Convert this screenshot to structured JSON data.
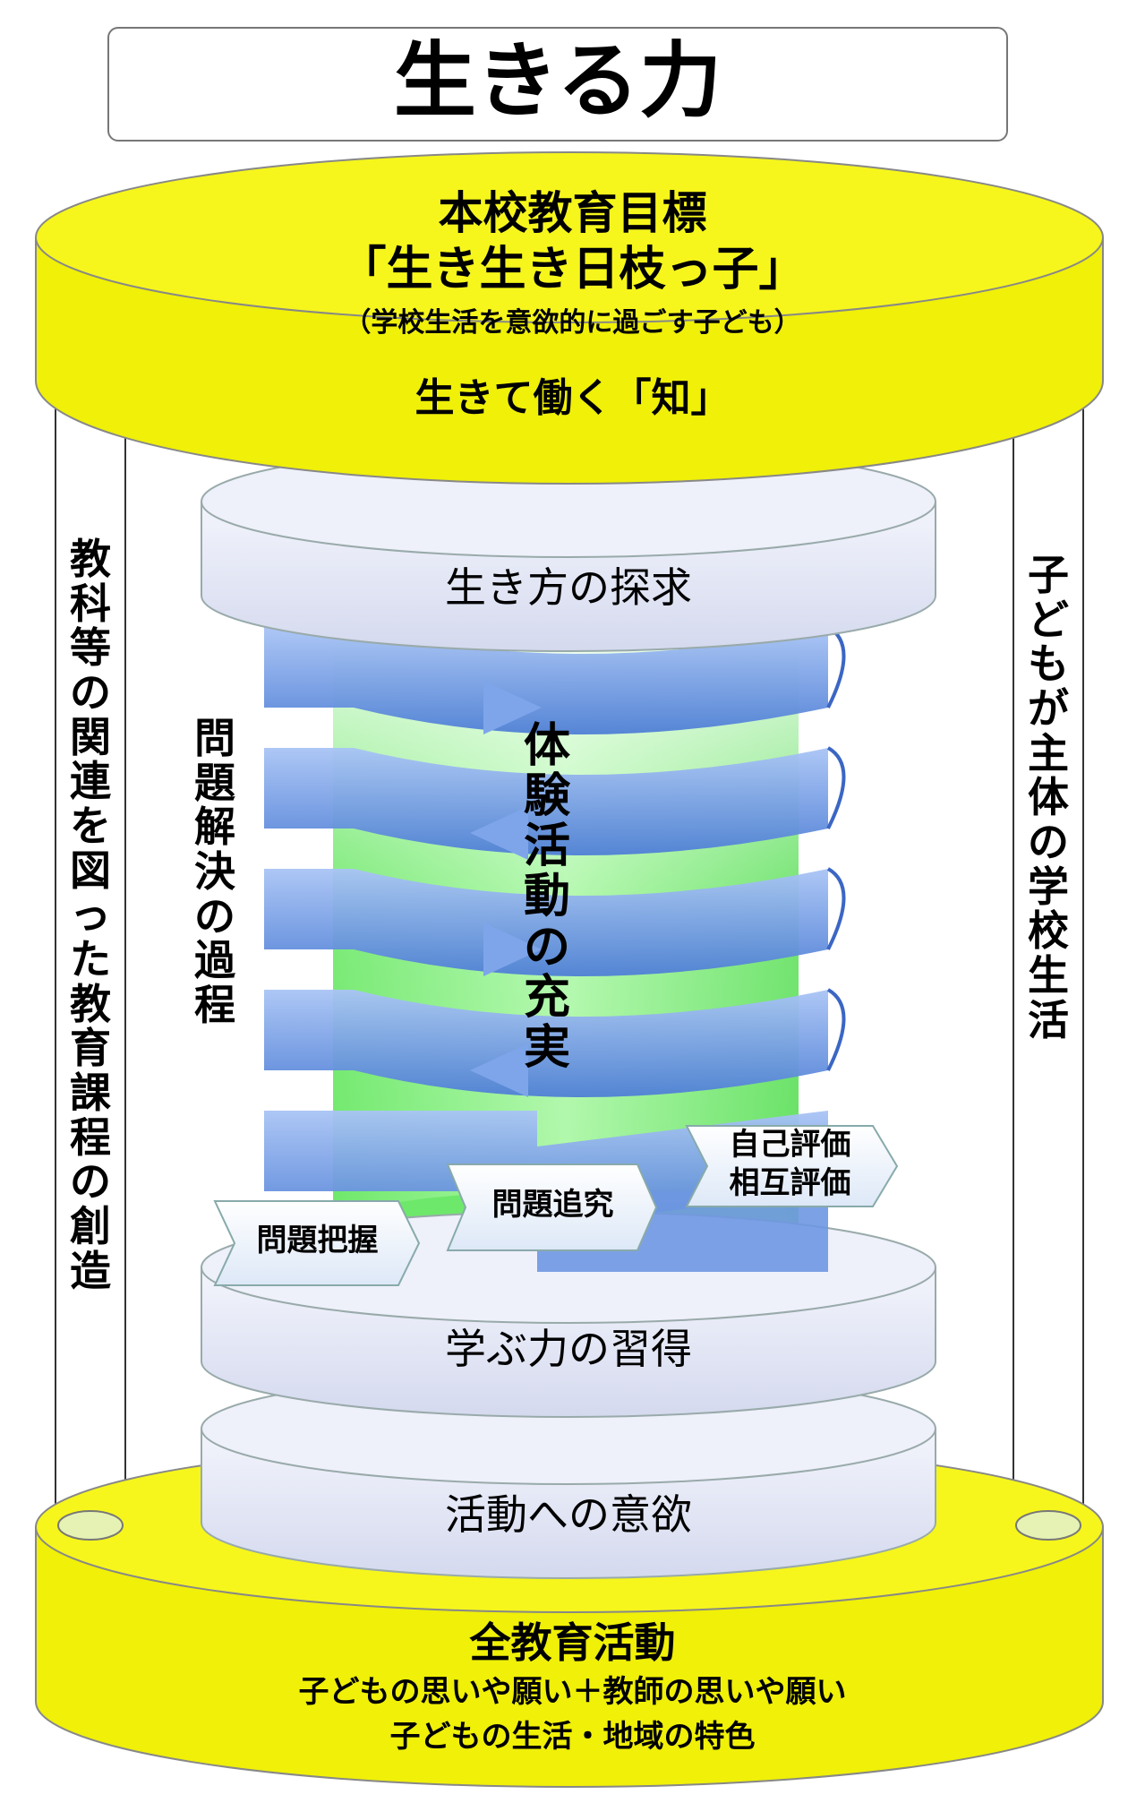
{
  "title": "生きる力",
  "top_disc": {
    "goal_heading": "本校教育目標",
    "goal_name": "「生き生き日枝っ子」",
    "goal_note": "（学校生活を意欲的に過ごす子ども）",
    "knowledge": "生きて働く「知」"
  },
  "layers": {
    "top": "生き方の探求",
    "middle": "学ぶ力の習得",
    "bottom": "活動への意欲"
  },
  "left_pillar": "教科等の関連を図った教育課程の創造",
  "right_pillar": "子どもが主体の学校生活",
  "process_label": "問題解決の過程",
  "experience_label": "体験活動の充実",
  "steps": [
    "問題把握",
    "問題追究",
    "自己評価",
    "相互評価"
  ],
  "base_disc": {
    "heading": "全教育活動",
    "line1": "子どもの思いや願い＋教師の思いや願い",
    "line2": "子どもの生活・地域の特色"
  },
  "colors": {
    "yellow": "#f4f40a",
    "spiral_blue": "#6f97e2",
    "green_core": "#7cf07a",
    "disc_face": "#e9ecf8"
  }
}
